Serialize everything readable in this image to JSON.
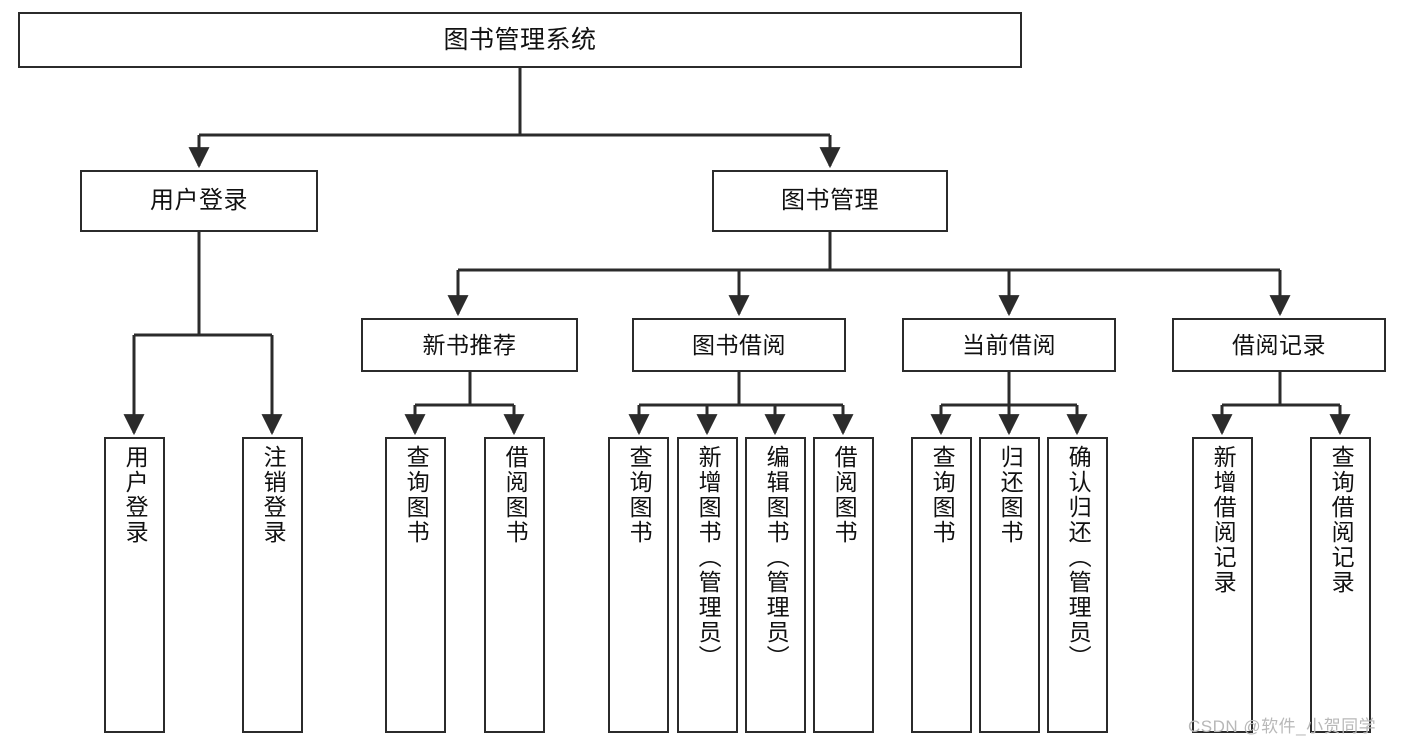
{
  "diagram": {
    "title": "图书管理系统",
    "type": "hierarchy-tree",
    "watermark": "CSDN @软件_小贺同学",
    "colors": {
      "box_border": "#2b2b2b",
      "box_fill": "#ffffff",
      "edge": "#2b2b2b",
      "text": "#111111",
      "watermark": "#b8b8b8",
      "background": "#ffffff"
    },
    "nodes": {
      "root": {
        "label": "图书管理系统"
      },
      "level2": [
        {
          "id": "user-login",
          "label": "用户登录"
        },
        {
          "id": "book-manage",
          "label": "图书管理"
        }
      ],
      "level3": [
        {
          "id": "new-book-recommend",
          "label": "新书推荐"
        },
        {
          "id": "book-borrow",
          "label": "图书借阅"
        },
        {
          "id": "current-borrow",
          "label": "当前借阅"
        },
        {
          "id": "borrow-record",
          "label": "借阅记录"
        }
      ],
      "leaves": {
        "user_login": [
          {
            "id": "leaf-user-login",
            "label": "用户登录"
          },
          {
            "id": "leaf-user-logout",
            "label": "注销登录"
          }
        ],
        "new_book_recommend": [
          {
            "id": "leaf-query-book-1",
            "label": "查询图书"
          },
          {
            "id": "leaf-borrow-book-1",
            "label": "借阅图书"
          }
        ],
        "book_borrow": [
          {
            "id": "leaf-query-book-2",
            "label": "查询图书"
          },
          {
            "id": "leaf-add-book",
            "label": "新增图书（管理员）"
          },
          {
            "id": "leaf-edit-book",
            "label": "编辑图书（管理员）"
          },
          {
            "id": "leaf-borrow-book-2",
            "label": "借阅图书"
          }
        ],
        "current_borrow": [
          {
            "id": "leaf-query-book-3",
            "label": "查询图书"
          },
          {
            "id": "leaf-return-book",
            "label": "归还图书"
          },
          {
            "id": "leaf-confirm-return",
            "label": "确认归还（管理员）"
          }
        ],
        "borrow_record": [
          {
            "id": "leaf-add-record",
            "label": "新增借阅记录"
          },
          {
            "id": "leaf-query-record",
            "label": "查询借阅记录"
          }
        ]
      }
    }
  }
}
